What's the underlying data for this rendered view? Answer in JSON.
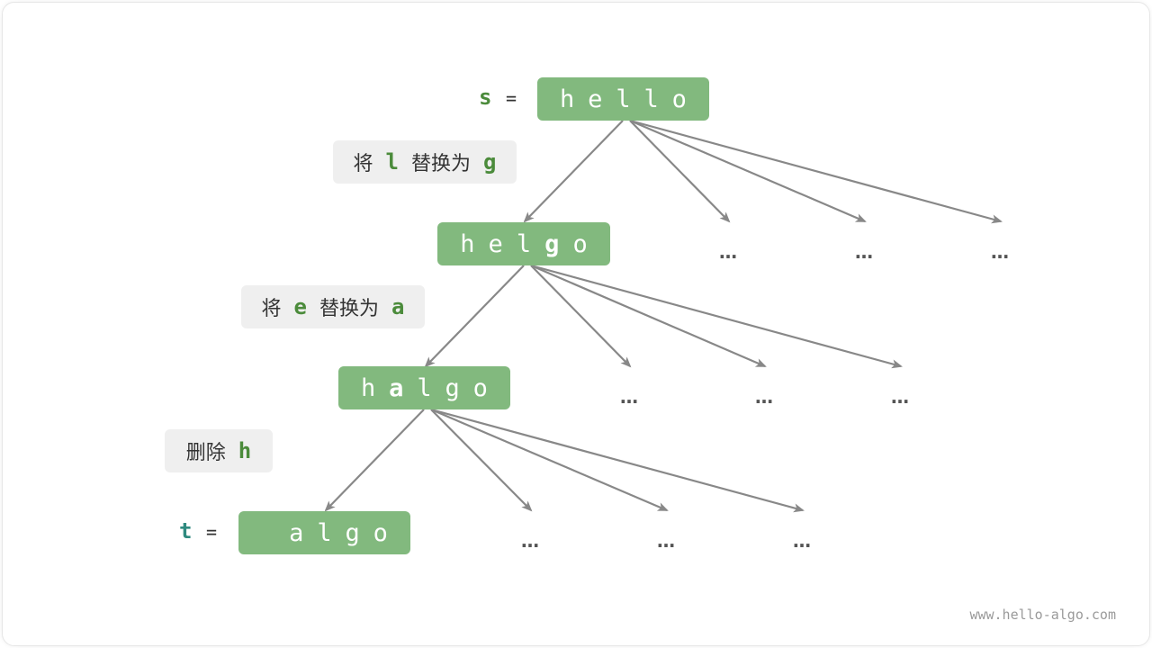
{
  "colors": {
    "node_fill": "#82b97e",
    "node_text": "#ffffff",
    "op_fill": "#efefef",
    "op_char": "#4b8b3b",
    "var_s": "#4b8b3b",
    "var_t": "#2f8a7f",
    "arrow": "#888888"
  },
  "root": {
    "var_name": "s",
    "equals": "=",
    "chars": [
      "h",
      "e",
      "l",
      "l",
      "o"
    ],
    "highlight": []
  },
  "levels": [
    {
      "operation": {
        "prefix": "将",
        "from": "l",
        "middle": "替换为",
        "to": "g"
      },
      "chars": [
        "h",
        "e",
        "l",
        "g",
        "o"
      ],
      "highlight": [
        3
      ],
      "siblings": [
        "…",
        "…",
        "…"
      ]
    },
    {
      "operation": {
        "prefix": "将",
        "from": "e",
        "middle": "替换为",
        "to": "a"
      },
      "chars": [
        "h",
        "a",
        "l",
        "g",
        "o"
      ],
      "highlight": [
        1
      ],
      "siblings": [
        "…",
        "…",
        "…"
      ]
    },
    {
      "operation": {
        "prefix": "删除",
        "from": "h",
        "middle": "",
        "to": ""
      },
      "var_name": "t",
      "equals": "=",
      "chars": [
        "",
        "a",
        "l",
        "g",
        "o"
      ],
      "highlight": [],
      "siblings": [
        "…",
        "…",
        "…"
      ]
    }
  ],
  "watermark": "www.hello-algo.com"
}
